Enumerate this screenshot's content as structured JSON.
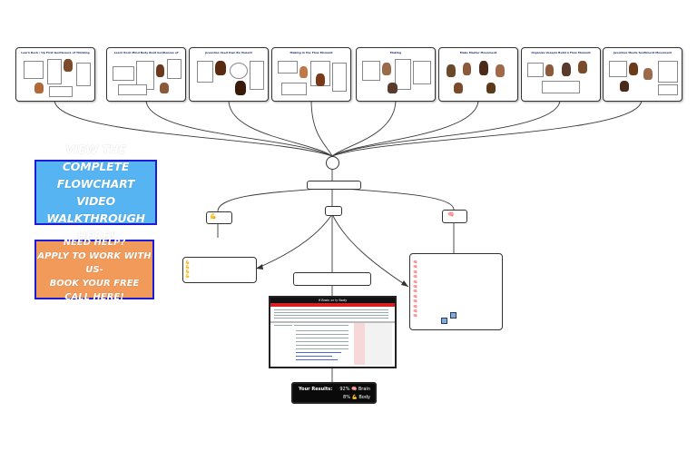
{
  "thumbnails": [
    {
      "title": "Learn Rock / Up First Gentleness of Thinking"
    },
    {
      "title": "Learn Rock Mind Body Boat Gentleness of Thinking"
    },
    {
      "title": "Juveniles Used Own Be Violent"
    },
    {
      "title": "Making in the Flow Moment"
    },
    {
      "title": "Making"
    },
    {
      "title": "Make Master Movement"
    },
    {
      "title": "Organize Vessels Build a Flow Moment"
    },
    {
      "title": "Juveniles Meets Sentiment Movement"
    }
  ],
  "cta_video": {
    "label_lines": [
      "VIEW THE COMPLETE",
      "FLOWCHART VIDEO",
      "WALKTHROUGH HERE!"
    ]
  },
  "cta_call": {
    "label_lines": [
      "NEED HELP?",
      "APPLY TO WORK WITH US-",
      "BOOK YOUR FREE CALL HERE!"
    ]
  },
  "branch_icons": {
    "left": "💪",
    "right": "🧠"
  },
  "left_list_icon": "💪",
  "right_list_icon": "🧠",
  "document": {
    "header": "If Brain or ly Body"
  },
  "results": {
    "label": "Your Results:",
    "brain": "92% 🧠 Brain",
    "body": "8% 💪 Body"
  }
}
